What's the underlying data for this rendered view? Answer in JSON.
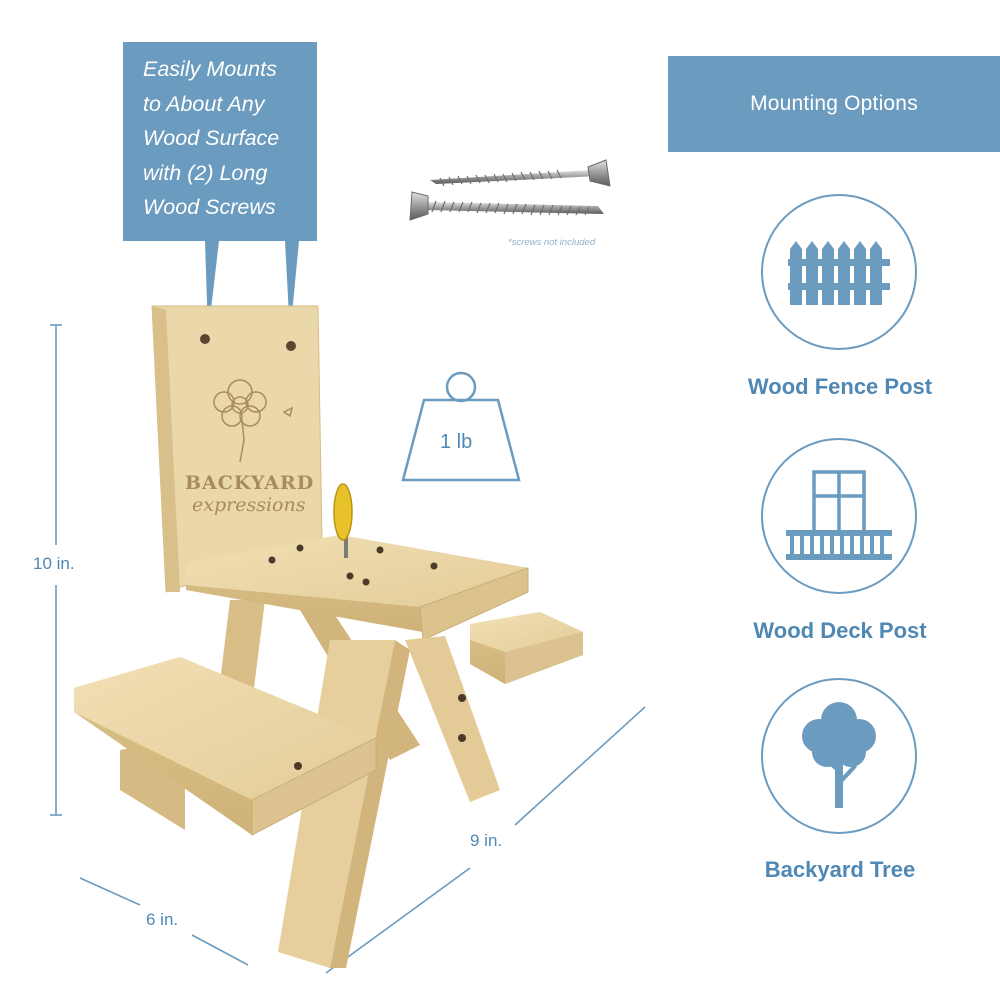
{
  "callout": {
    "lines": [
      "Easily Mounts",
      "to About Any",
      " Wood Surface",
      "with (2) Long",
      "Wood Screws"
    ]
  },
  "screws_note": "*screws not included",
  "weight": {
    "label": "1 lb",
    "icon": "weight-icon"
  },
  "dimensions": {
    "height": "10 in.",
    "depth": "6 in.",
    "width": "9 in."
  },
  "product": {
    "brand_line1": "BACKYARD",
    "brand_line2": "expressions"
  },
  "mounting": {
    "header": "Mounting Options",
    "options": [
      {
        "label": "Wood Fence Post",
        "icon": "fence-icon"
      },
      {
        "label": "Wood Deck Post",
        "icon": "deck-icon"
      },
      {
        "label": "Backyard Tree",
        "icon": "tree-icon"
      }
    ]
  },
  "colors": {
    "accent": "#6b9bbf",
    "label_blue": "#4f88b4",
    "wood": "#e9d6a8"
  }
}
